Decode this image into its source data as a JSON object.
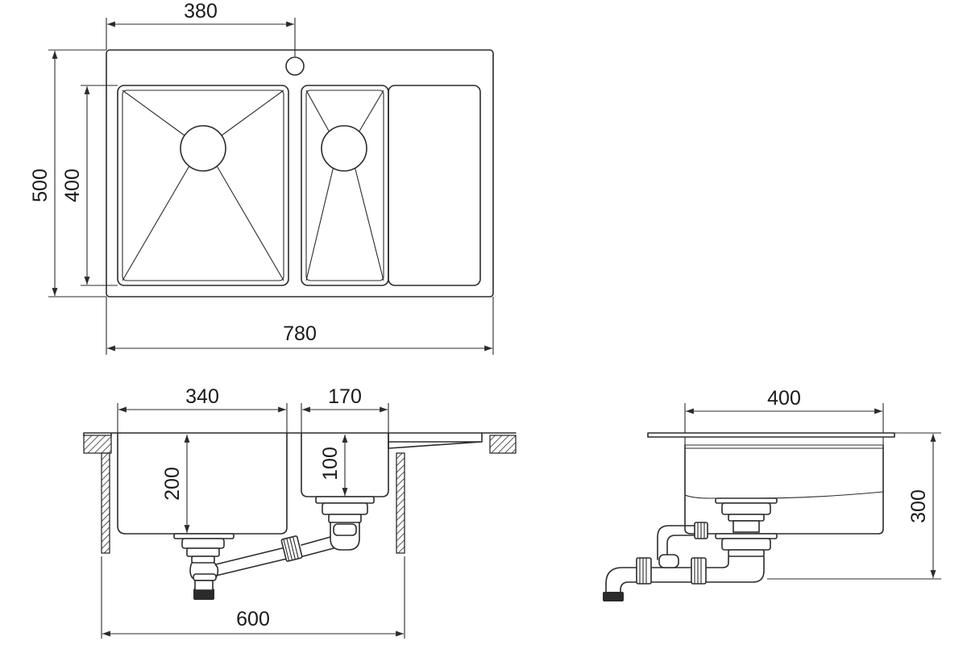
{
  "dimensions": {
    "top_drain_offset": "380",
    "top_overall_depth": "500",
    "top_bowl_depth": "400",
    "top_overall_width": "780",
    "front_large_bowl_width": "340",
    "front_small_bowl_width": "170",
    "front_large_bowl_depth": "200",
    "front_small_bowl_depth": "100",
    "front_cabinet_width": "600",
    "side_bowl_length": "400",
    "side_total_height": "300"
  }
}
